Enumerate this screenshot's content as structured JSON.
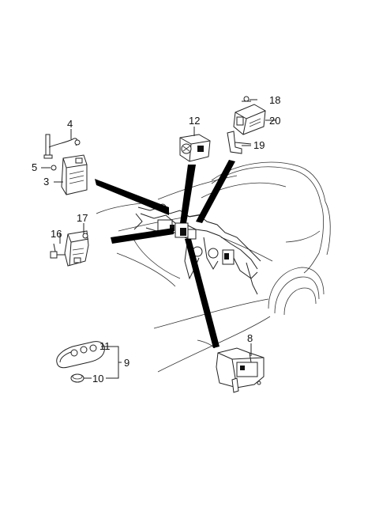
{
  "labels": {
    "p3": "3",
    "p4": "4",
    "p5": "5",
    "p8": "8",
    "p9": "9",
    "p10": "10",
    "p11": "11",
    "p12": "12",
    "p16": "16",
    "p17": "17",
    "p18": "18",
    "p19": "19",
    "p20": "20"
  }
}
